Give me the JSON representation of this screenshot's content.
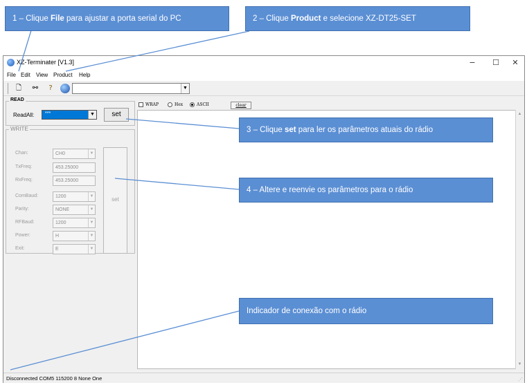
{
  "window": {
    "title": "XZ-Terminater [V1.3]",
    "controls": {
      "minimize": "−",
      "maximize": "☐",
      "close": "✕"
    }
  },
  "menu": [
    "File",
    "Edit",
    "View",
    "Product",
    "Help"
  ],
  "toolbar": {
    "icons": [
      "new-document-icon",
      "connect-icon",
      "help-icon",
      "globe-icon"
    ],
    "combo_value": ""
  },
  "read_panel": {
    "legend": "READ",
    "readall_label": "ReadAll:",
    "readall_value": "***",
    "set_label": "set"
  },
  "write_panel": {
    "legend": "WRITE",
    "fields": [
      {
        "label": "Chan:",
        "value": "CH0",
        "dropdown": true
      },
      {
        "label": "TxFreq:",
        "value": "453.25000",
        "dropdown": false
      },
      {
        "label": "RxFreq:",
        "value": "453.25000",
        "dropdown": false
      },
      {
        "label": "ComBaud:",
        "value": "1200",
        "dropdown": true
      },
      {
        "label": "Parity:",
        "value": "NONE",
        "dropdown": true
      },
      {
        "label": "RFBaud:",
        "value": "1200",
        "dropdown": true
      },
      {
        "label": "Power:",
        "value": "H",
        "dropdown": true
      },
      {
        "label": "Exit:",
        "value": "E",
        "dropdown": true
      }
    ],
    "set_label": "set"
  },
  "display_options": {
    "wrap_label": "WRAP",
    "wrap_checked": false,
    "hex_label": "Hex",
    "ascii_label": "ASCII",
    "selected_mode": "ASCII",
    "clear_label": "clear"
  },
  "status": "Disconnected  COM5  115200  8  None  One",
  "callouts": {
    "c1": {
      "prefix": "1 – Clique ",
      "bold": "File",
      "suffix": " para ajustar a porta serial do PC"
    },
    "c2": {
      "prefix": "2 – Clique ",
      "bold": "Product",
      "suffix": " e selecione XZ-DT25-SET"
    },
    "c3": {
      "prefix": "3 – Clique ",
      "bold": "set",
      "suffix": " para ler os parâmetros atuais do rádio"
    },
    "c4": {
      "text": "4 – Altere e reenvie os parâmetros para o rádio"
    },
    "c5": {
      "text": "Indicador de conexão com o rádio"
    }
  },
  "colors": {
    "callout_fill": "#5b8fd4",
    "callout_border": "#3f6fb0",
    "selection_blue": "#0078d7"
  }
}
